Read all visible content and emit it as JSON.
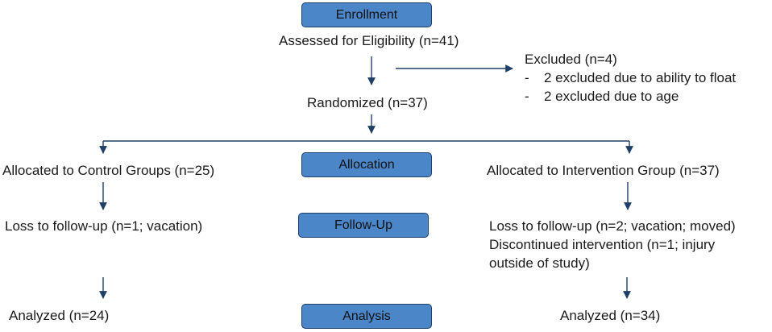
{
  "stages": {
    "enrollment": "Enrollment",
    "allocation": "Allocation",
    "follow_up": "Follow-Up",
    "analysis": "Analysis"
  },
  "enrollment": {
    "assessed": "Assessed for Eligibility (n=41)",
    "excluded_title": "Excluded (n=4)",
    "excluded_bullet_1": "2 excluded due to ability to float",
    "excluded_bullet_2": "2 excluded due to age",
    "bullet_char": "-",
    "randomized": "Randomized (n=37)"
  },
  "control": {
    "allocated": "Allocated to Control Groups  (n=25)",
    "follow_up": "Loss to follow-up (n=1; vacation)",
    "analyzed": "Analyzed (n=24)"
  },
  "intervention": {
    "allocated": "Allocated to Intervention Group (n=37)",
    "follow_up_1": "Loss to follow-up (n=2; vacation; moved)",
    "follow_up_2": "Discontinued intervention (n=1; injury",
    "follow_up_3": "outside of study)",
    "analyzed": "Analyzed (n=34)"
  },
  "colors": {
    "stage_fill": "#4a86c8",
    "stage_border": "#1f3f66",
    "arrow": "#1f3f66"
  }
}
